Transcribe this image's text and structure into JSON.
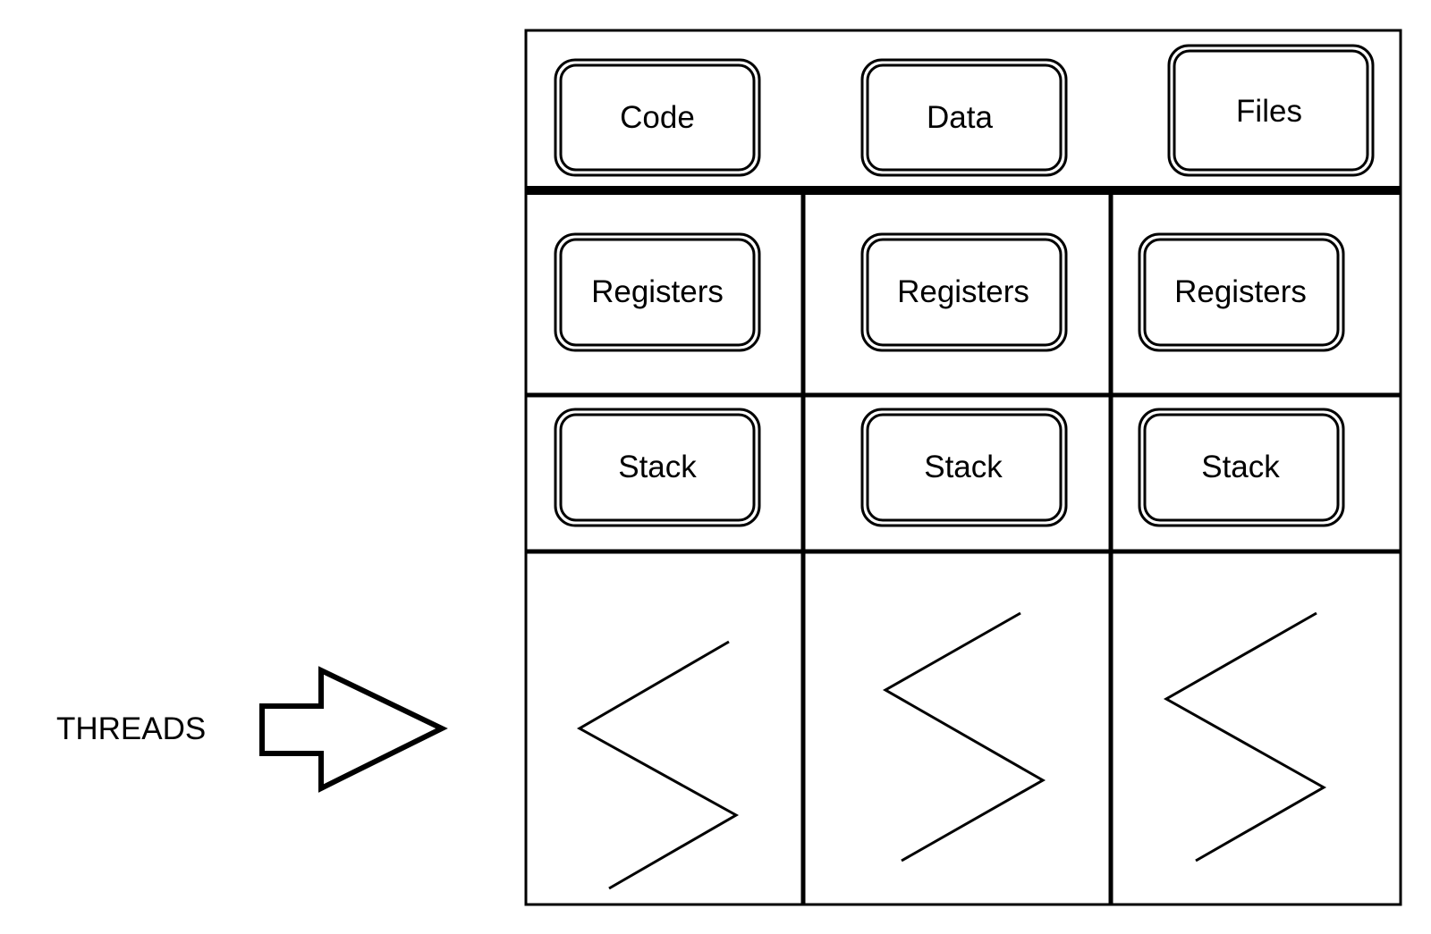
{
  "side_label": "THREADS",
  "shared": {
    "code": "Code",
    "data": "Data",
    "files": "Files"
  },
  "threads": [
    {
      "registers": "Registers",
      "stack": "Stack"
    },
    {
      "registers": "Registers",
      "stack": "Stack"
    },
    {
      "registers": "Registers",
      "stack": "Stack"
    }
  ]
}
